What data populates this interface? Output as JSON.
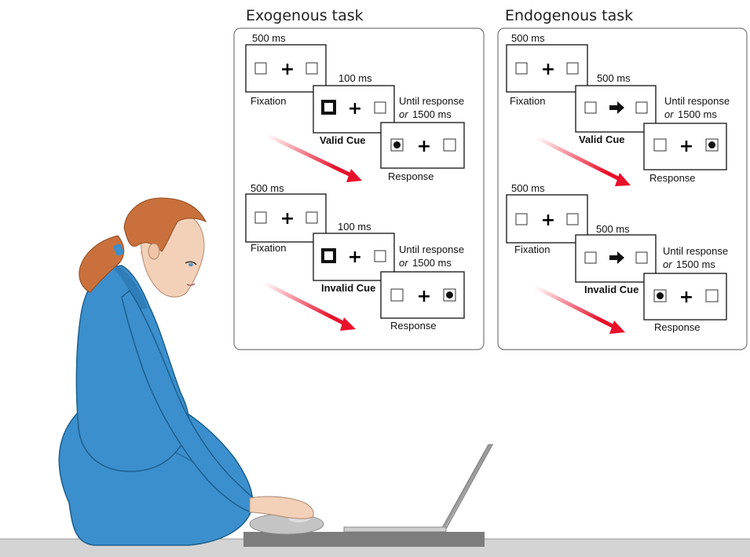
{
  "exogenous": {
    "title": "Exogenous task",
    "valid": {
      "fix_time": "500 ms",
      "fix_label": "Fixation",
      "cue_time": "100 ms",
      "cue_label": "Valid Cue",
      "resp_time_1": "Until response",
      "resp_time_or": "or",
      "resp_time_2": "1500 ms",
      "resp_label": "Response"
    },
    "invalid": {
      "fix_time": "500 ms",
      "fix_label": "Fixation",
      "cue_time": "100 ms",
      "cue_label": "Invalid Cue",
      "resp_time_1": "Until response",
      "resp_time_or": "or",
      "resp_time_2": "1500 ms",
      "resp_label": "Response"
    }
  },
  "endogenous": {
    "title": "Endogenous task",
    "valid": {
      "fix_time": "500 ms",
      "fix_label": "Fixation",
      "cue_time": "500 ms",
      "cue_label": "Valid Cue",
      "resp_time_1": "Until response",
      "resp_time_or": "or",
      "resp_time_2": "1500 ms",
      "resp_label": "Response"
    },
    "invalid": {
      "fix_time": "500 ms",
      "fix_label": "Fixation",
      "cue_time": "500 ms",
      "cue_label": "Invalid Cue",
      "resp_time_1": "Until response",
      "resp_time_or": "or",
      "resp_time_2": "1500 ms",
      "resp_label": "Response"
    }
  },
  "colors": {
    "arrow": "#e8102a",
    "shirt": "#3b8fcc",
    "hair": "#c9703c",
    "skin": "#f3d1b8",
    "floor": "#d4d4d4",
    "desk": "#7d7d7d"
  }
}
